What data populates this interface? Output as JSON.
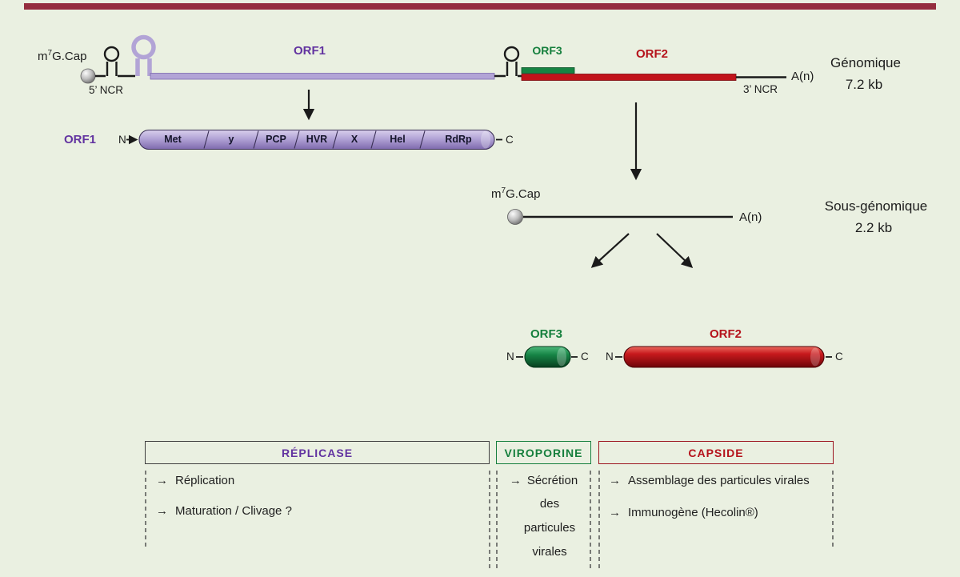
{
  "colors": {
    "background": "#eaf0e1",
    "top_bar": "#942d3e",
    "purple": "#6233a0",
    "green": "#157f3d",
    "red": "#b5121b"
  },
  "genomic_rna": {
    "cap": {
      "base1": "m",
      "sup": "7",
      "base2": "G.Cap"
    },
    "ncr5": "5’ NCR",
    "orf1": "ORF1",
    "orf3": "ORF3",
    "orf2": "ORF2",
    "ncr3": "3’ NCR",
    "poly_a": "A(n)",
    "name": "Génomique",
    "size": "7.2 kb"
  },
  "orf1_protein": {
    "label": "ORF1",
    "n": "N",
    "c": "C",
    "domains": [
      "Met",
      "y",
      "PCP",
      "HVR",
      "X",
      "Hel",
      "RdRp"
    ]
  },
  "subgenomic_rna": {
    "cap": {
      "base1": "m",
      "sup": "7",
      "base2": "G.Cap"
    },
    "poly_a": "A(n)",
    "name": "Sous-génomique",
    "size": "2.2 kb"
  },
  "orf3_protein": {
    "label": "ORF3",
    "n": "N",
    "c": "C"
  },
  "orf2_protein": {
    "label": "ORF2",
    "n": "N",
    "c": "C"
  },
  "functions": {
    "replicase": {
      "title": "RÉPLICASE",
      "items": [
        "Réplication",
        "Maturation / Clivage ?"
      ]
    },
    "viroporine": {
      "title": "VIROPORINE",
      "item_lines": [
        "Sécrétion",
        "des",
        "particules",
        "virales"
      ]
    },
    "capside": {
      "title": "CAPSIDE",
      "items": [
        "Assemblage des particules virales",
        "Immunogène (Hecolin®)"
      ]
    }
  },
  "icons": {
    "arrow": "→"
  }
}
